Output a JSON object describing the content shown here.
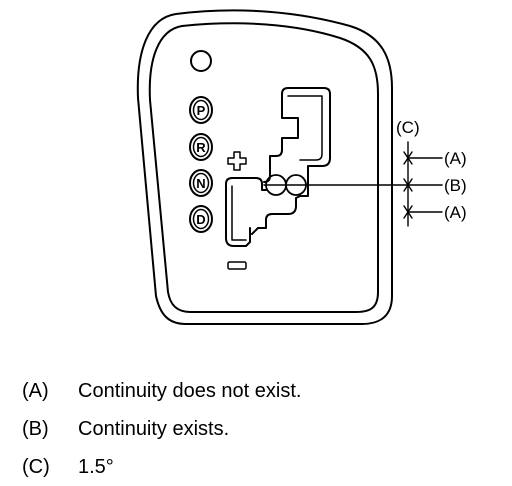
{
  "diagram": {
    "gear_labels": [
      "P",
      "R",
      "N",
      "D"
    ],
    "callouts": {
      "c": "(C)",
      "a_top": "(A)",
      "b": "(B)",
      "a_bottom": "(A)"
    }
  },
  "legend": [
    {
      "key": "(A)",
      "text": "Continuity does not exist."
    },
    {
      "key": "(B)",
      "text": "Continuity exists."
    },
    {
      "key": "(C)",
      "text": "1.5°"
    }
  ]
}
